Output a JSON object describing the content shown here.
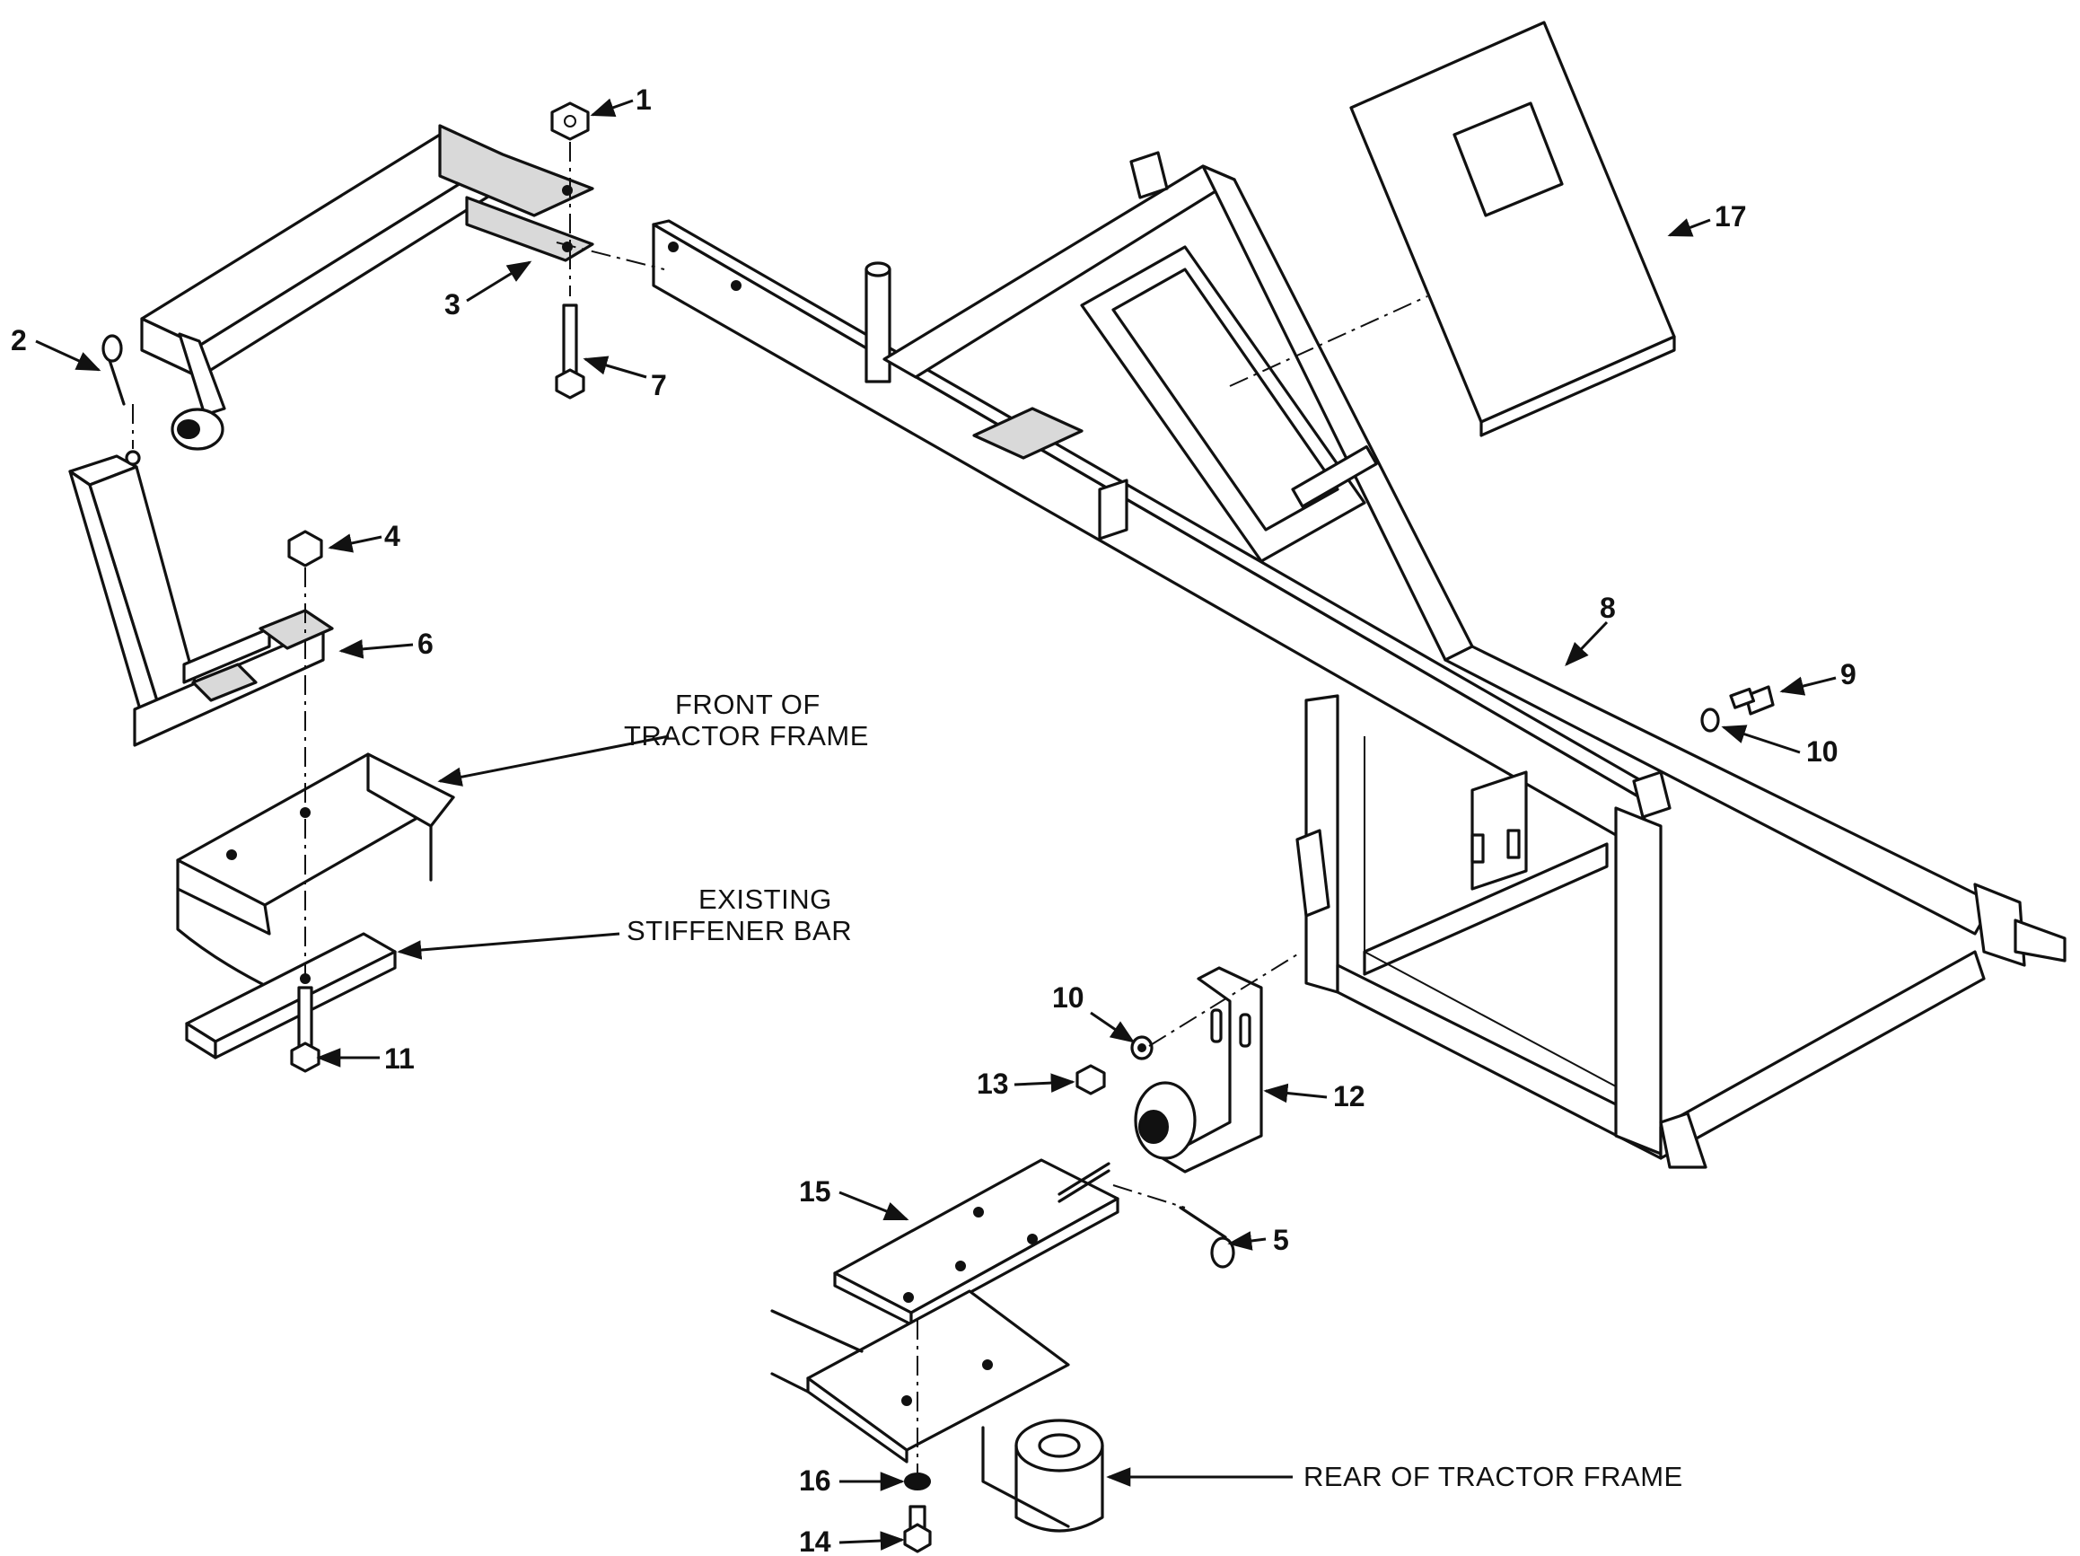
{
  "callouts": {
    "c1": "1",
    "c2": "2",
    "c3": "3",
    "c4": "4",
    "c5": "5",
    "c6": "6",
    "c7": "7",
    "c8": "8",
    "c9": "9",
    "c10a": "10",
    "c10b": "10",
    "c11": "11",
    "c12": "12",
    "c13": "13",
    "c14": "14",
    "c15": "15",
    "c16": "16",
    "c17": "17"
  },
  "captions": {
    "front_line1": "FRONT OF",
    "front_line2": "TRACTOR FRAME",
    "stiffener_line1": "EXISTING",
    "stiffener_line2": "STIFFENER BAR",
    "rear": "REAR OF TRACTOR FRAME"
  }
}
